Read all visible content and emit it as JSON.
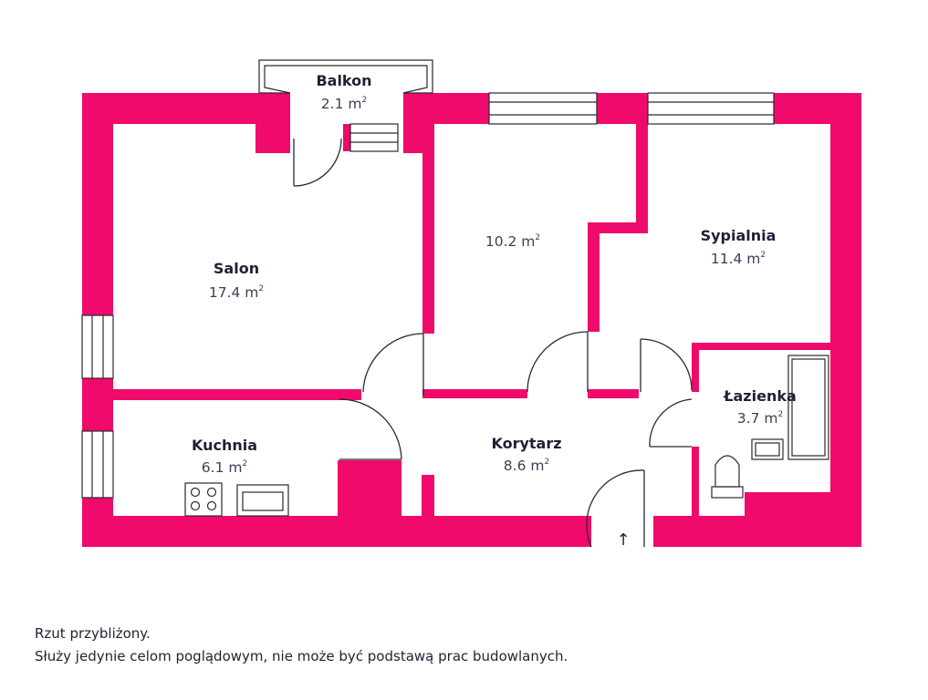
{
  "colors": {
    "wall": "#ef0a6b",
    "outline": "#2a2a2a",
    "text": "#1f2233",
    "area_text": "#3b3f58"
  },
  "rooms": [
    {
      "id": "balkon",
      "name": "Balkon",
      "area": "2.1 m",
      "unit_sup": "2"
    },
    {
      "id": "salon",
      "name": "Salon",
      "area": "17.4 m",
      "unit_sup": "2"
    },
    {
      "id": "pokoj",
      "name": "",
      "area": "10.2 m",
      "unit_sup": "2"
    },
    {
      "id": "sypialnia",
      "name": "Sypialnia",
      "area": "11.4 m",
      "unit_sup": "2"
    },
    {
      "id": "kuchnia",
      "name": "Kuchnia",
      "area": "6.1 m",
      "unit_sup": "2"
    },
    {
      "id": "korytarz",
      "name": "Korytarz",
      "area": "8.6 m",
      "unit_sup": "2"
    },
    {
      "id": "lazienka",
      "name": "Łazienka",
      "area": "3.7 m",
      "unit_sup": "2"
    }
  ],
  "entrance_arrow": "↑",
  "notes": {
    "line1": "Rzut przybliżony.",
    "line2": "Służy jedynie celom poglądowym, nie może być podstawą prac budowlanych."
  }
}
